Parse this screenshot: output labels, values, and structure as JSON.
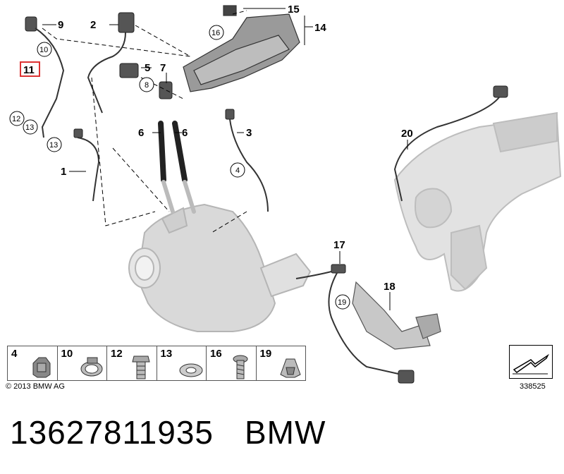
{
  "diagram": {
    "callouts": {
      "c1": "1",
      "c2": "2",
      "c3": "3",
      "c4": "4",
      "c5": "5",
      "c6a": "6",
      "c6b": "6",
      "c7": "7",
      "c8": "8",
      "c9": "9",
      "c10": "10",
      "c11": "11",
      "c12": "12",
      "c13a": "13",
      "c13b": "13",
      "c14": "14",
      "c15": "15",
      "c16": "16",
      "c17": "17",
      "c18": "18",
      "c19": "19",
      "c20": "20"
    }
  },
  "legend": [
    {
      "num": "4",
      "icon": "clip-icon"
    },
    {
      "num": "10",
      "icon": "hose-clamp-icon"
    },
    {
      "num": "12",
      "icon": "hollow-bolt-icon"
    },
    {
      "num": "13",
      "icon": "sealing-ring-icon"
    },
    {
      "num": "16",
      "icon": "hex-screw-icon"
    },
    {
      "num": "19",
      "icon": "cable-holder-icon"
    }
  ],
  "copyright": "© 2013 BMW AG",
  "reference_number": "338525",
  "caption": {
    "part_number": "13627811935",
    "brand": "BMW"
  }
}
